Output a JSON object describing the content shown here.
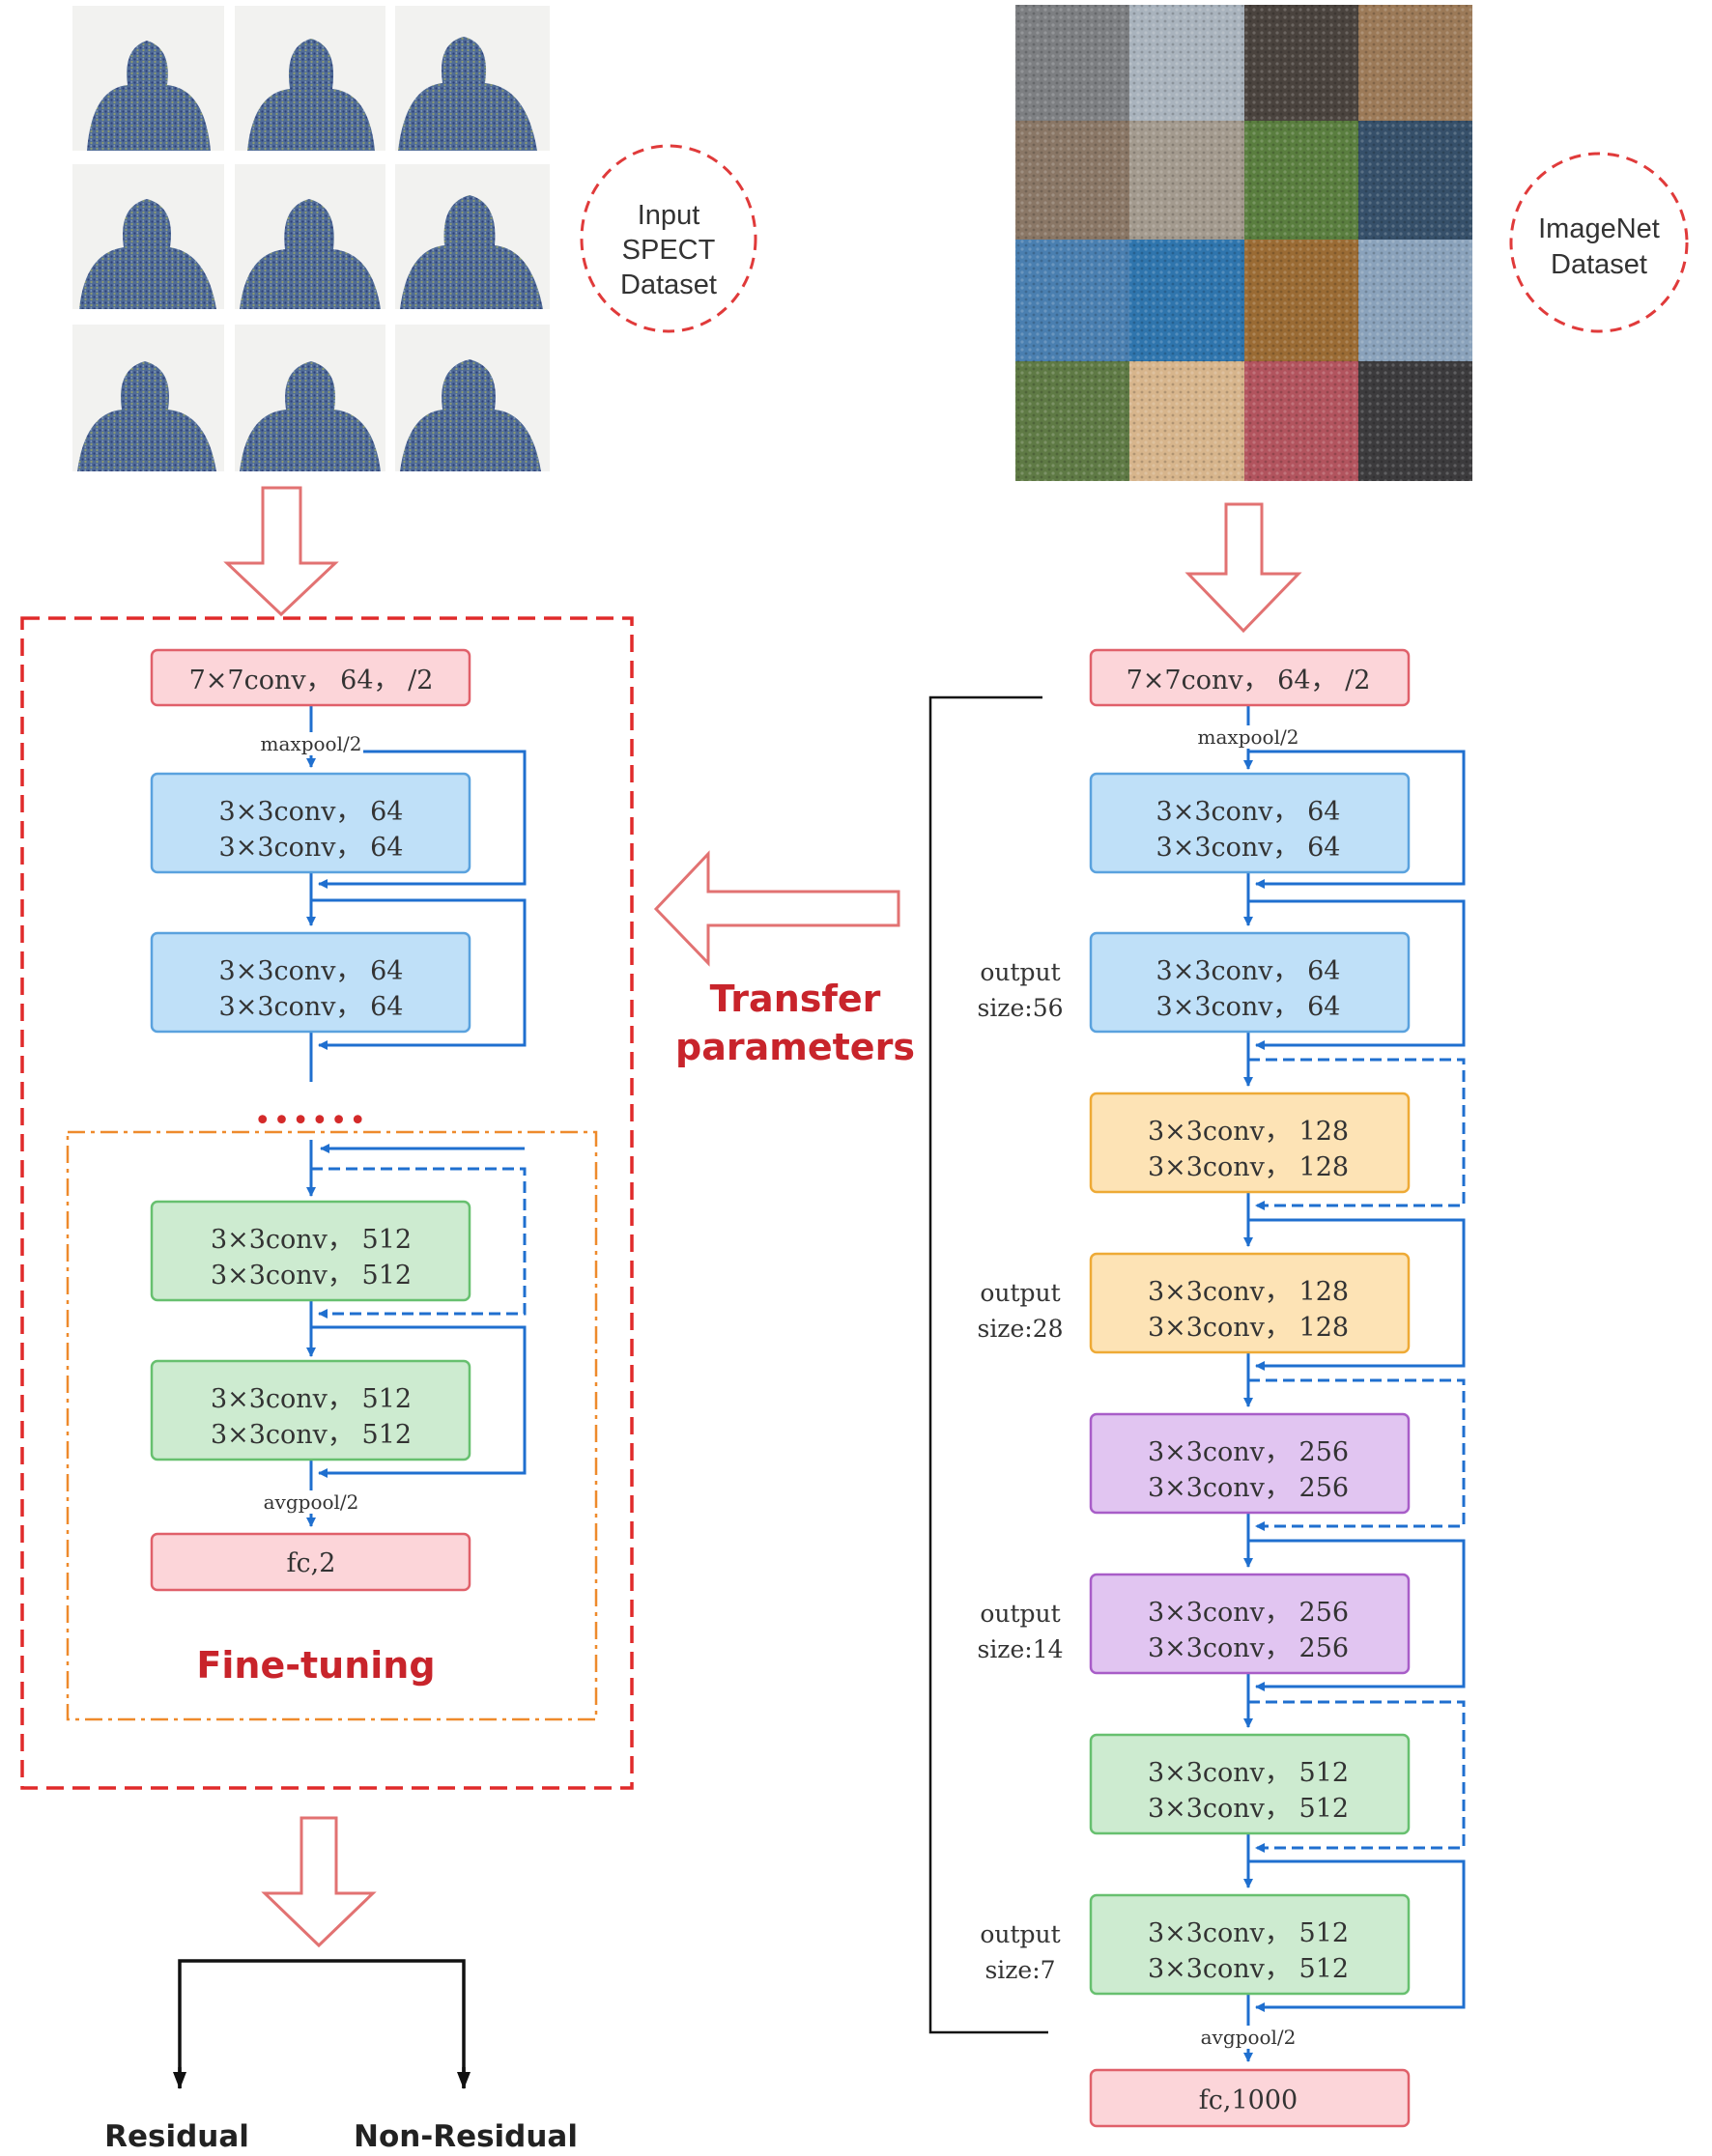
{
  "colors": {
    "pink_fill": "#fcd5d9",
    "pink_stroke": "#e0606a",
    "blue_fill": "#bfe0f8",
    "blue_stroke": "#5aa2de",
    "orange_fill": "#fde3b5",
    "orange_stroke": "#eeaa36",
    "purple_fill": "#e1c5f1",
    "purple_stroke": "#a85dc8",
    "green_fill": "#cdebd0",
    "green_stroke": "#67c06f",
    "connector": "#1f6fcf",
    "dashed_frame": "#e02a2a",
    "finetune_frame": "#ee8a2c",
    "label_red": "#c8242b"
  },
  "left": {
    "dataset_label_lines": [
      "Input",
      "SPECT",
      "Dataset"
    ],
    "stem": "7×7conv， 64， /2",
    "maxpool": "maxpool/2",
    "block1": [
      "3×3conv， 64",
      "3×3conv， 64"
    ],
    "block2": [
      "3×3conv， 64",
      "3×3conv， 64"
    ],
    "ellipsis": "••••••",
    "block3": [
      "3×3conv， 512",
      "3×3conv， 512"
    ],
    "block4": [
      "3×3conv， 512",
      "3×3conv， 512"
    ],
    "avgpool": "avgpool/2",
    "fc": "fc,2",
    "finetune_label": "Fine-tuning"
  },
  "transfer": {
    "line1": "Transfer",
    "line2": "parameters"
  },
  "outputs": {
    "residual": "Residual",
    "non_residual": "Non-Residual"
  },
  "right": {
    "dataset_label_lines": [
      "ImageNet",
      "Dataset"
    ],
    "stem": "7×7conv， 64， /2",
    "maxpool": "maxpool/2",
    "blocks": [
      [
        "3×3conv， 64",
        "3×3conv， 64"
      ],
      [
        "3×3conv， 64",
        "3×3conv， 64"
      ],
      [
        "3×3conv， 128",
        "3×3conv， 128"
      ],
      [
        "3×3conv， 128",
        "3×3conv， 128"
      ],
      [
        "3×3conv， 256",
        "3×3conv， 256"
      ],
      [
        "3×3conv， 256",
        "3×3conv， 256"
      ],
      [
        "3×3conv， 512",
        "3×3conv， 512"
      ],
      [
        "3×3conv， 512",
        "3×3conv， 512"
      ]
    ],
    "size_labels": [
      [
        "output",
        "size:56"
      ],
      [
        "output",
        "size:28"
      ],
      [
        "output",
        "size:14"
      ],
      [
        "output",
        "size:7"
      ]
    ],
    "avgpool": "avgpool/2",
    "fc": "fc,1000"
  }
}
